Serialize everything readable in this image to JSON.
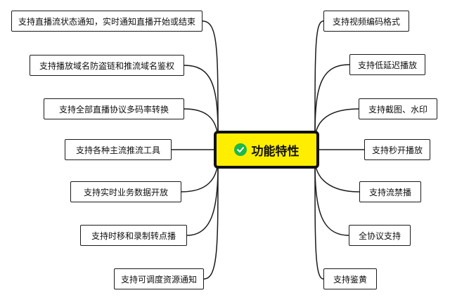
{
  "center": {
    "label": "功能特性",
    "icon": "check-circle-icon",
    "color": "#ffee00",
    "icon_color": "#1fb84a"
  },
  "left": [
    "支持直播流状态通知，实时通知直播开始或结束",
    "支持播放域名防盗链和推流域名鉴权",
    "支持全部直播协议多码率转换",
    "支持各种主流推流工具",
    "支持实时业务数据开放",
    "支持时移和录制转点播",
    "支持可调度资源通知"
  ],
  "right": [
    "支持视频编码格式",
    "支持低延迟播放",
    "支持截图、水印",
    "支持秒开播放",
    "支持流禁播",
    "全协议支持",
    "支持鉴黄"
  ]
}
